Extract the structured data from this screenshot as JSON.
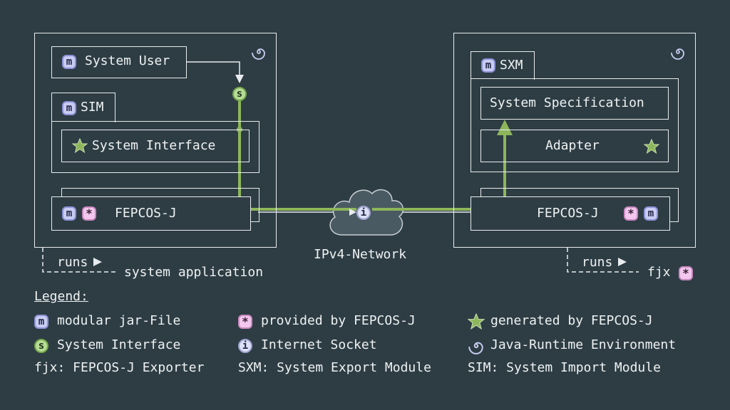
{
  "colors": {
    "background": "#2e3d44",
    "line": "#e8ecee",
    "flow": "#8db65a",
    "module_badge": "#c9ccf2",
    "provided_badge": "#f3c7ee",
    "generated_star": "#8db65a"
  },
  "left": {
    "system_user": "System User",
    "sim_tab": "SIM",
    "system_interface": "System Interface",
    "fepcos": "FEPCOS-J",
    "runs": "runs",
    "app_label": "system application"
  },
  "right": {
    "sxm_tab": "SXM",
    "system_specification": "System Specification",
    "adapter": "Adapter",
    "fepcos": "FEPCOS-J",
    "runs": "runs",
    "app_label": "fjx"
  },
  "network": {
    "label": "IPv4-Network"
  },
  "badges": {
    "module": "m",
    "provided": "*",
    "socket": "i",
    "interface": "s"
  },
  "icons": {
    "jre": "swirl-icon",
    "generated": "star-icon"
  },
  "legend": {
    "title": "Legend:",
    "items": [
      {
        "text": "modular jar-File"
      },
      {
        "text": "provided by FEPCOS-J"
      },
      {
        "text": "generated by FEPCOS-J"
      },
      {
        "text": "System Interface"
      },
      {
        "text": "Internet Socket"
      },
      {
        "text": "Java-Runtime Environment"
      }
    ],
    "abbr": [
      "fjx: FEPCOS-J Exporter",
      "SXM: System Export Module",
      "SIM: System Import Module"
    ]
  }
}
